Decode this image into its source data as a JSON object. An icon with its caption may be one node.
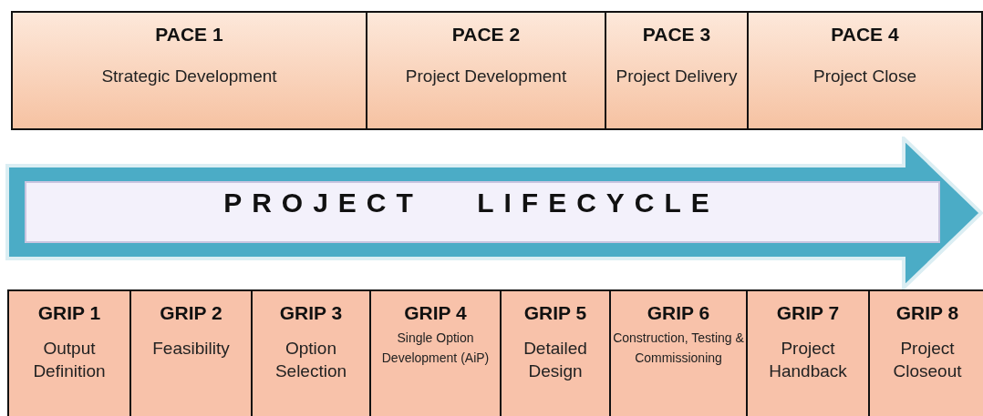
{
  "diagram": {
    "nodes": [
      {
        "text": [
          "PACE 1",
          "Strategic Development"
        ]
      },
      {
        "text": [
          "PACE 2",
          "Project Development"
        ]
      },
      {
        "text": [
          "PACE 3",
          "Project Delivery"
        ]
      },
      {
        "text": [
          "PACE 4",
          "Project Close"
        ]
      },
      {
        "text": [
          "PROJECT LIFECYCLE"
        ]
      },
      {
        "text": [
          "GRIP 1",
          "Output Definition"
        ]
      },
      {
        "text": [
          "GRIP 2",
          "Feasibility"
        ]
      },
      {
        "text": [
          "GRIP 3",
          "Option Selection"
        ]
      },
      {
        "text": [
          "GRIP 4",
          "Single Option Development (AiP)"
        ]
      },
      {
        "text": [
          "GRIP 5",
          "Detailed Design"
        ]
      },
      {
        "text": [
          "GRIP 6",
          "Construction, Testing & Commissioning"
        ]
      },
      {
        "text": [
          "GRIP 7",
          "Project Handback"
        ]
      },
      {
        "text": [
          "GRIP 8",
          "Project Closeout"
        ]
      }
    ]
  }
}
